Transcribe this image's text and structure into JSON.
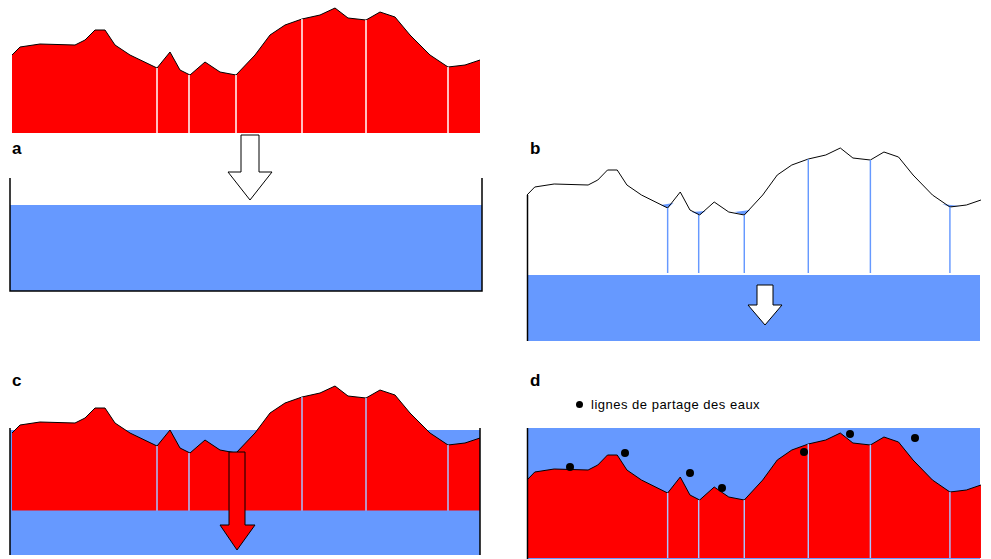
{
  "diagram": {
    "labels": [
      "a",
      "b",
      "c",
      "d"
    ],
    "legend": [
      {
        "text": "lignes de partage des eaux"
      }
    ]
  }
}
